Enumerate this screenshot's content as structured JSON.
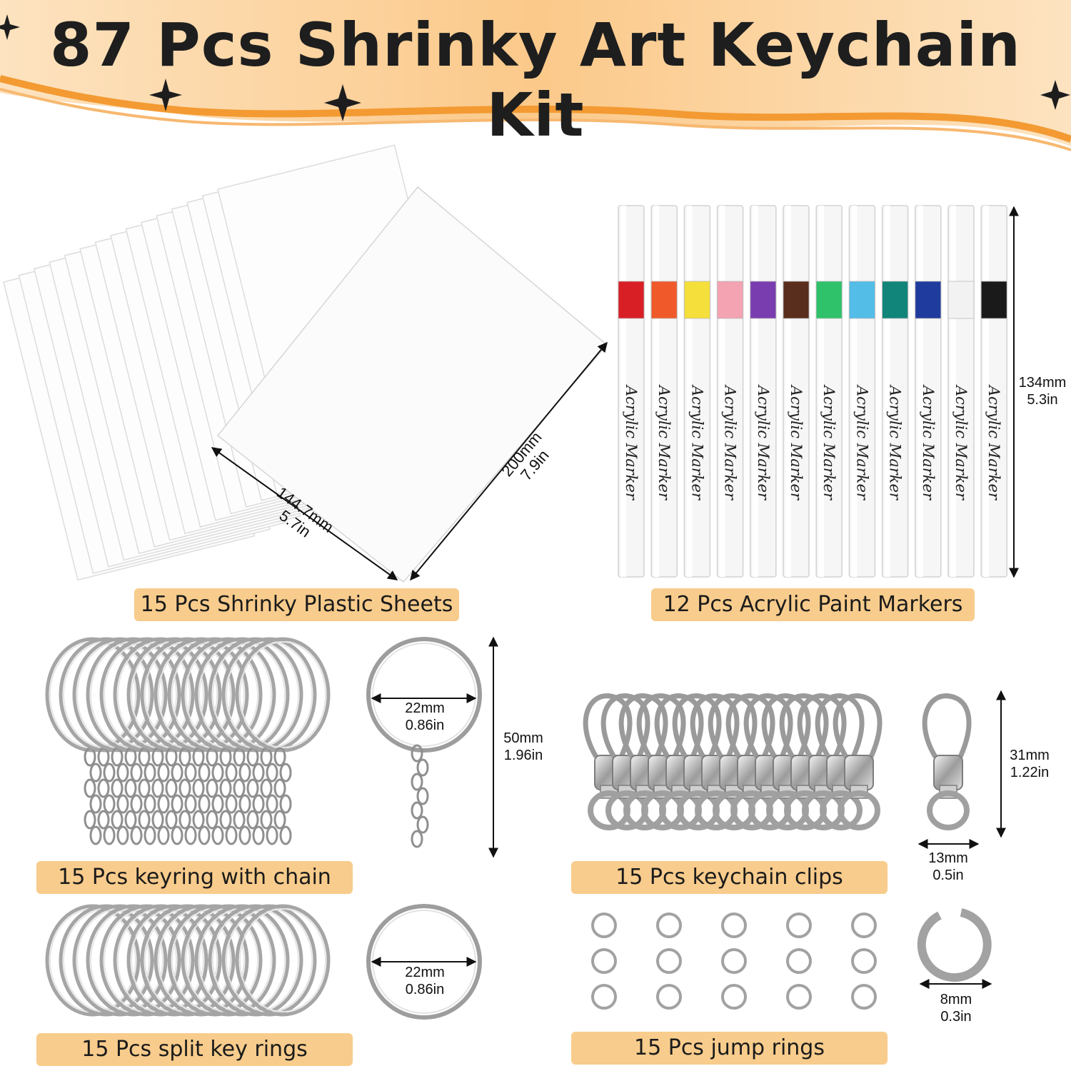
{
  "title": "87 Pcs Shrinky Art  Keychain Kit",
  "colors": {
    "banner_orange": "#f7a445",
    "label_bg": "#f8cc8c",
    "marker_caps": [
      "#d91f26",
      "#f05a2a",
      "#f5df3a",
      "#f4a3b2",
      "#7a3db0",
      "#5a2e1c",
      "#2fc26a",
      "#53bde8",
      "#12857a",
      "#1f3b9d",
      "#f2f2f2",
      "#1a1a1a"
    ]
  },
  "sheets": {
    "label": "15 Pcs Shrinky Plastic Sheets",
    "width": "144.7mm\n5.7in",
    "height": "200mm\n7.9in"
  },
  "markers": {
    "label": "12 Pcs Acrylic Paint Markers",
    "text": "Acrylic Marker",
    "length": "134mm\n5.3in"
  },
  "keyring_chain": {
    "label": "15 Pcs keyring with chain",
    "ring": "22mm\n0.86in",
    "length": "50mm\n1.96in"
  },
  "clips": {
    "label": "15 Pcs keychain clips",
    "length": "31mm\n1.22in",
    "width": "13mm\n0.5in"
  },
  "split_rings": {
    "label": "15 Pcs split key rings",
    "ring": "22mm\n0.86in"
  },
  "jump_rings": {
    "label": "15 Pcs jump rings",
    "ring": "8mm\n0.3in"
  }
}
